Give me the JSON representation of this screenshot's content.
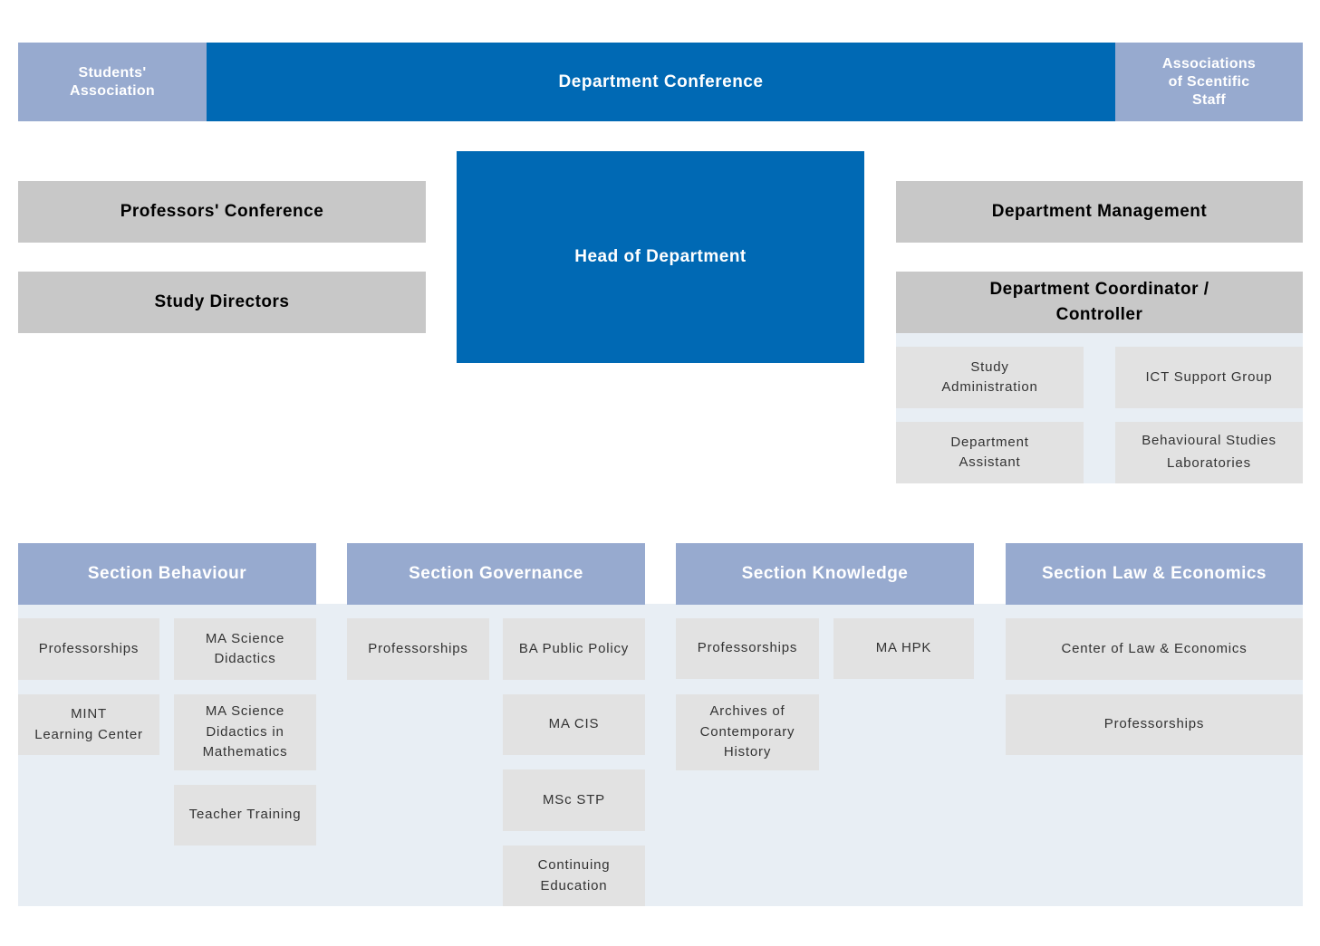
{
  "top": {
    "students_association": "Students'\nAssociation",
    "department_conference": "Department Conference",
    "associations_scientific_staff": "Associations\nof Scentific\nStaff"
  },
  "middle": {
    "professors_conference": "Professors' Conference",
    "study_directors": "Study Directors",
    "head_of_department": "Head of Department",
    "department_management": "Department Management",
    "department_coordinator": "Department Coordinator /\nController",
    "coordinator_units": {
      "study_administration": "Study\nAdministration",
      "ict_support_group": "ICT Support Group",
      "department_assistant": "Department\nAssistant",
      "behavioural_labs": "Behavioural Studies\nLaboratories"
    }
  },
  "sections": {
    "behaviour": {
      "title": "Section Behaviour",
      "professorships": "Professorships",
      "mint": "MINT\nLearning Center",
      "ma_science_didactics": "MA Science\nDidactics",
      "ma_science_didactics_math": "MA Science\nDidactics in\nMathematics",
      "teacher_training": "Teacher Training"
    },
    "governance": {
      "title": "Section Governance",
      "professorships": "Professorships",
      "ba_public_policy": "BA Public Policy",
      "ma_cis": "MA CIS",
      "msc_stp": "MSc STP",
      "continuing_education": "Continuing\nEducation"
    },
    "knowledge": {
      "title": "Section Knowledge",
      "professorships": "Professorships",
      "ma_hpk": "MA HPK",
      "archives": "Archives of\nContemporary\nHistory"
    },
    "law_economics": {
      "title": "Section Law & Economics",
      "center": "Center of Law & Economics",
      "professorships": "Professorships"
    }
  },
  "colors": {
    "dark_blue": "#0069b4",
    "light_blue": "#97aacf",
    "grey": "#c8c8c8",
    "light_grey": "#e2e2e2",
    "panel_bg": "#e8eef4"
  }
}
